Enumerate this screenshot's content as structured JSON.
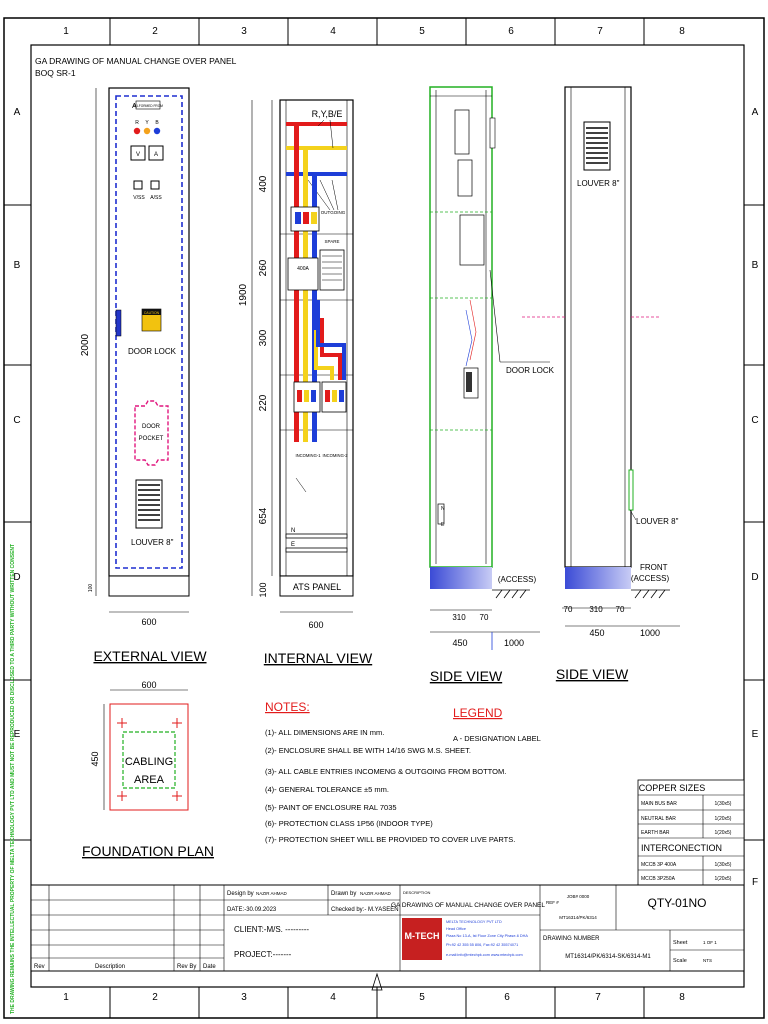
{
  "frame": {
    "columns": [
      "1",
      "2",
      "3",
      "4",
      "5",
      "6",
      "7",
      "8"
    ],
    "rows": [
      "A",
      "B",
      "C",
      "D",
      "E",
      "F"
    ]
  },
  "header": {
    "title": "GA DRAWING OF MANUAL CHANGE OVER PANEL",
    "subtitle": "BOQ SR-1"
  },
  "external": {
    "logo_label": "ALLFORMED FROM",
    "lamp_labels": [
      "R",
      "Y",
      "B"
    ],
    "meter_labels": [
      "V",
      "A"
    ],
    "switch_labels": [
      "V/SS",
      "A/SS"
    ],
    "caution_label": "CAUTION",
    "door_lock": "DOOR LOCK",
    "door_pocket": "DOOR POCKET",
    "louver": "LOUVER 8\"",
    "height_dim": "2000",
    "base_dim": "100",
    "width_dim": "600",
    "view_title": "EXTERNAL VIEW"
  },
  "internal": {
    "busbar_label": "R,Y,B/E",
    "outgoing": "OUTGOING",
    "label_400a": "400A",
    "spare": "SPARE",
    "incoming1": "INCOMING-1",
    "incoming2": "INCOMING-2",
    "n_label": "N",
    "e_label": "E",
    "plinth_label": "ATS PANEL",
    "dims": [
      "400",
      "260",
      "300",
      "220",
      "654",
      "100"
    ],
    "total_height": "1900",
    "width_dim": "600",
    "view_title": "INTERNAL VIEW"
  },
  "side1": {
    "door_lock": "DOOR LOCK",
    "access": "(ACCESS)",
    "dim_310": "310",
    "dim_70": "70",
    "dim_450": "450",
    "dim_1000": "1000",
    "n_label": "N",
    "e_label": "E",
    "view_title": "SIDE VIEW"
  },
  "side2": {
    "louver_top": "LOUVER 8\"",
    "louver_bottom": "LOUVER 8\"",
    "front": "FRONT",
    "access": "(ACCESS)",
    "dim_70a": "70",
    "dim_310": "310",
    "dim_70b": "70",
    "dim_450": "450",
    "dim_1000": "1000",
    "view_title": "SIDE VIEW"
  },
  "foundation": {
    "width_dim": "600",
    "depth_dim": "450",
    "area_line1": "CABLING",
    "area_line2": "AREA",
    "view_title": "FOUNDATION PLAN"
  },
  "notes": {
    "heading": "NOTES:",
    "items": [
      "(1)- ALL DIMENSIONS ARE IN mm.",
      "(2)- ENCLOSURE SHALL BE WITH 14/16 SWG M.S. SHEET.",
      "(3)- ALL CABLE ENTRIES INCOMENG & OUTGOING FROM BOTTOM.",
      "(4)- GENERAL TOLERANCE ±5 mm.",
      "(5)- PAINT OF ENCLOSURE RAL 7035",
      "(6)- PROTECTION CLASS 1P56 (INDOOR TYPE)",
      "(7)- PROTECTION SHEET WILL BE PROVIDED TO COVER LIVE PARTS."
    ]
  },
  "legend": {
    "heading": "LEGEND",
    "item": "A - DESIGNATION LABEL"
  },
  "copper": {
    "heading": "COPPER SIZES",
    "rows": [
      {
        "name": "MAIN BUS BAR",
        "size": "1(30x5)"
      },
      {
        "name": "NEUTRAL BAR",
        "size": "1(20x5)"
      },
      {
        "name": "EARTH BAR",
        "size": "1(20x5)"
      }
    ],
    "inter_heading": "INTERCONECTION",
    "inter_rows": [
      {
        "name": "MCCB 3P 400A",
        "size": "1(30x5)"
      },
      {
        "name": "MCCB 3P250A",
        "size": "1(20x5)"
      }
    ]
  },
  "titleblock": {
    "rev": "Rev",
    "description": "Description",
    "rev_by": "Rev By",
    "date": "Date",
    "design_by": "Design by",
    "design_by_name": "NAZIR AHMAD",
    "drawn_by": "Drawn by",
    "drawn_by_name": "NAZIR AHMAD",
    "date_value": "DATE:-30.09.2023",
    "checked_by": "Checked by:- M.YASEEN",
    "client": "CLIENT:-M/S. ---------",
    "project": "PROJECT:-------",
    "desc_label": "DESCRIPTION",
    "desc_value": "GA DRAWING OF MANUAL CHANGE OVER PANEL",
    "ref_label": "REF #",
    "job": "JOB# 0000",
    "ref_value": "MT16314/PK/6314",
    "qty": "QTY-01NO",
    "company_logo": "M-TECH",
    "company_name": "MELTA TECHNOLOGY PVT LTD",
    "company_office": "Head Office",
    "company_address": "Plaza No 13-A, Ist Floor Zone City Phase-6 DHA",
    "company_phone": "Ph:92 42 355 55 806, Fax:92 42 35574071",
    "company_email": "e-mail:info@mtechpk.com  www.mtechpk.com",
    "drawing_number_label": "DRAWING NUMBER",
    "drawing_number": "MT16314/PK/6314-SK/6314-M1",
    "sheet_label": "Sheet",
    "sheet_value": "1 OF 1",
    "scale_label": "Scale",
    "scale_value": "NTS"
  },
  "side_note": "THE DRAWING REMAINS THE INTELLECTUAL PROPERTY OF MELTA TECHNOLOGY PVT LTD AND MUST NOT BE REPRODUCED OR DISCLOSED TO A THIRD PARTY WITHOUT WRITTEN CONSENT"
}
